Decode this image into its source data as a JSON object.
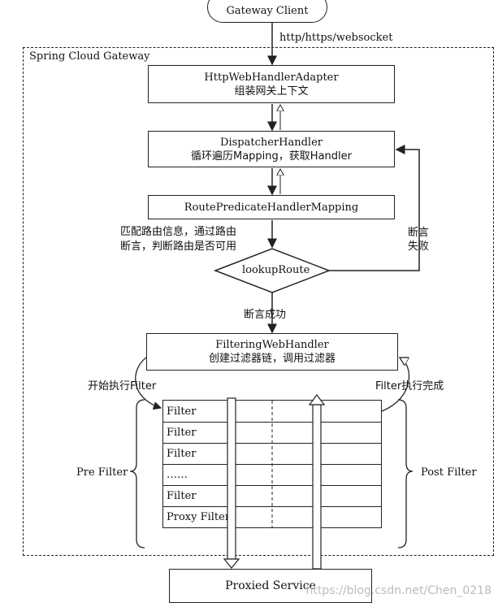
{
  "nodes": {
    "gateway_client": "Gateway Client",
    "container_title": "Spring Cloud Gateway",
    "http_adapter": {
      "title": "HttpWebHandlerAdapter",
      "sub": "组装网关上下文"
    },
    "dispatcher": {
      "title": "DispatcherHandler",
      "sub": "循环遍历Mapping，获取Handler"
    },
    "route_mapping": {
      "title": "RoutePredicateHandlerMapping"
    },
    "lookup": "lookupRoute",
    "filtering": {
      "title": "FilteringWebHandler",
      "sub": "创建过滤器链，调用过滤器"
    },
    "proxied_service": "Proxied Service"
  },
  "edge_labels": {
    "protocol": "http/https/websocket",
    "match_info_line1": "匹配路由信息，通过路由",
    "match_info_line2": "断言，判断路由是否可用",
    "assert_fail_line1": "断言",
    "assert_fail_line2": "失败",
    "assert_success": "断言成功",
    "start_filter": "开始执行Filter",
    "filter_done": "Filter执行完成",
    "pre_filter": "Pre Filter",
    "post_filter": "Post Filter"
  },
  "filters": [
    "Filter",
    "Filter",
    "Filter",
    "……",
    "Filter",
    "Proxy Filter"
  ],
  "watermark": "https://blog.csdn.net/Chen_0218"
}
